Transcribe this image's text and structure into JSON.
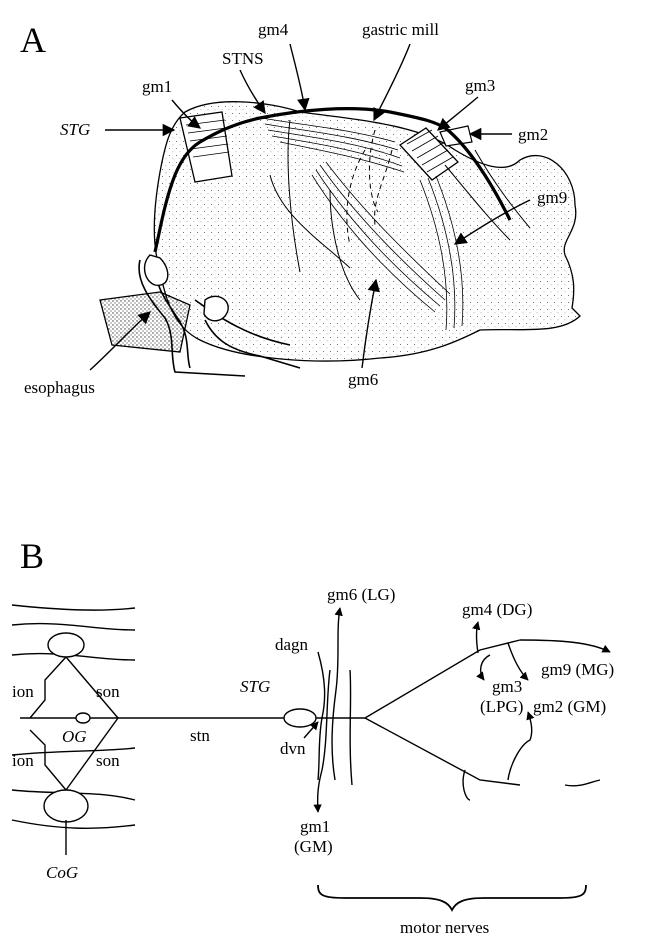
{
  "panel_a": {
    "letter": "A",
    "labels": {
      "gm4": "gm4",
      "gastric_mill": "gastric mill",
      "stns": "STNS",
      "gm1": "gm1",
      "stg": "STG",
      "gm3": "gm3",
      "gm2": "gm2",
      "gm9": "gm9",
      "esophagus": "esophagus",
      "gm6": "gm6"
    }
  },
  "panel_b": {
    "letter": "B",
    "labels": {
      "ion_top": "ion",
      "son_top": "son",
      "og": "OG",
      "ion_bottom": "ion",
      "son_bottom": "son",
      "cog": "CoG",
      "stn": "stn",
      "stg": "STG",
      "dvn": "dvn",
      "dagn": "dagn",
      "gm6": "gm6 (LG)",
      "gm4": "gm4 (DG)",
      "gm3_a": "gm3",
      "gm3_b": "(LPG)",
      "gm9": "gm9 (MG)",
      "gm2": "gm2 (GM)",
      "gm1_a": "gm1",
      "gm1_b": "(GM)",
      "motor_nerves": "motor nerves"
    }
  }
}
